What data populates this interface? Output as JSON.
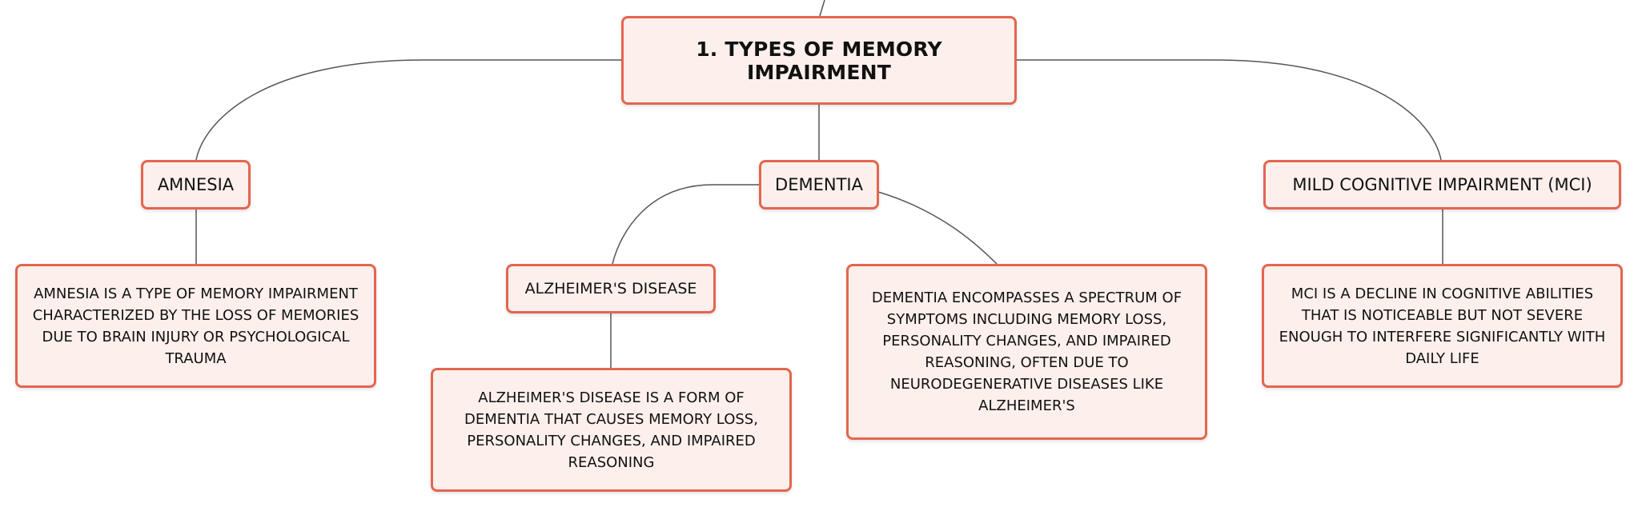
{
  "colors": {
    "node_border": "#e5654f",
    "node_fill": "#fdf0ec",
    "link": "#555555",
    "text": "#111111"
  },
  "mindmap": {
    "root": {
      "label": "1. TYPES OF MEMORY IMPAIRMENT"
    },
    "topics": [
      {
        "label": "AMNESIA",
        "description": "AMNESIA IS A TYPE OF MEMORY IMPAIRMENT CHARACTERIZED BY THE LOSS OF MEMORIES DUE TO BRAIN INJURY OR PSYCHOLOGICAL TRAUMA"
      },
      {
        "label": "DEMENTIA",
        "description": "DEMENTIA ENCOMPASSES A SPECTRUM OF SYMPTOMS INCLUDING MEMORY LOSS, PERSONALITY CHANGES, AND IMPAIRED REASONING, OFTEN DUE TO NEURODEGENERATIVE DISEASES LIKE ALZHEIMER'S",
        "subtopic": {
          "label": "ALZHEIMER'S DISEASE",
          "description": "ALZHEIMER'S DISEASE IS A FORM OF DEMENTIA THAT CAUSES MEMORY LOSS, PERSONALITY CHANGES, AND IMPAIRED REASONING"
        }
      },
      {
        "label": "MILD COGNITIVE IMPAIRMENT (MCI)",
        "description": "MCI IS A DECLINE IN COGNITIVE ABILITIES THAT IS NOTICEABLE BUT NOT SEVERE ENOUGH TO INTERFERE SIGNIFICANTLY WITH DAILY LIFE"
      }
    ]
  }
}
